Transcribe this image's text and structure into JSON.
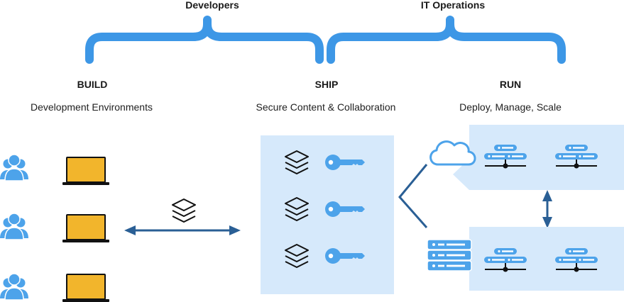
{
  "groups": {
    "developers": "Developers",
    "it_operations": "IT Operations"
  },
  "stages": {
    "build": {
      "title": "BUILD",
      "subtitle": "Development Environments"
    },
    "ship": {
      "title": "SHIP",
      "subtitle": "Secure Content & Collaboration"
    },
    "run": {
      "title": "RUN",
      "subtitle": "Deploy, Manage, Scale"
    }
  },
  "colors": {
    "bracket": "#3d97e6",
    "panel": "#d6e9fb",
    "icon_blue": "#4da3ea",
    "laptop": "#f2b52c",
    "arrow": "#2a5f95",
    "line_dark": "#111111"
  },
  "icons": {
    "build_users": [
      "users-icon",
      "users-icon",
      "users-icon"
    ],
    "build_laptops": [
      "laptop-icon",
      "laptop-icon",
      "laptop-icon"
    ],
    "transfer": "layers-icon",
    "ship_rows": [
      {
        "layers": "layers-icon",
        "key": "key-icon"
      },
      {
        "layers": "layers-icon",
        "key": "key-icon"
      },
      {
        "layers": "layers-icon",
        "key": "key-icon"
      }
    ],
    "run_cloud": "cloud-icon",
    "run_onprem": "server-stack-icon",
    "run_nodes": [
      "server-node-icon",
      "server-node-icon",
      "server-node-icon",
      "server-node-icon"
    ]
  }
}
